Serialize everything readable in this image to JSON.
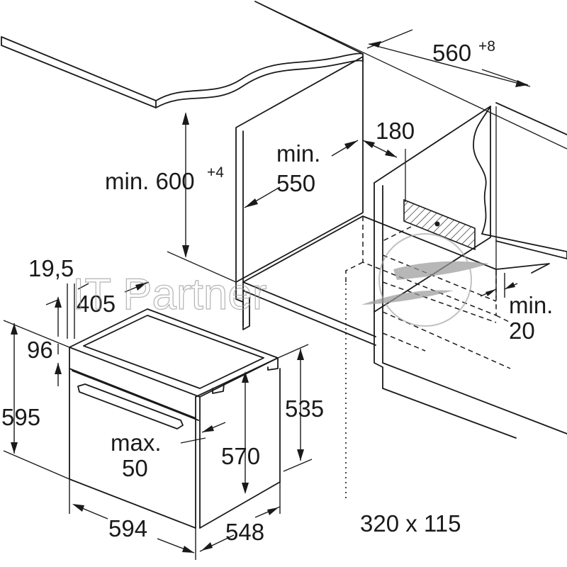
{
  "dimensions": {
    "d560": {
      "value": "560",
      "sup": "+8"
    },
    "d180": "180",
    "dmin550": {
      "line1": "min.",
      "line2": "550"
    },
    "dmin600": {
      "value": "min. 600",
      "sup": "+4"
    },
    "d19_5": "19,5",
    "d405": "405",
    "d96": "96",
    "d595": "595",
    "d535": "535",
    "dmax50": {
      "line1": "max.",
      "line2": "50"
    },
    "d570": "570",
    "d594": "594",
    "d548": "548",
    "dmin20": {
      "line1": "min.",
      "line2": "20"
    },
    "d320x115": "320 x 115"
  },
  "watermark": "IT Partner"
}
